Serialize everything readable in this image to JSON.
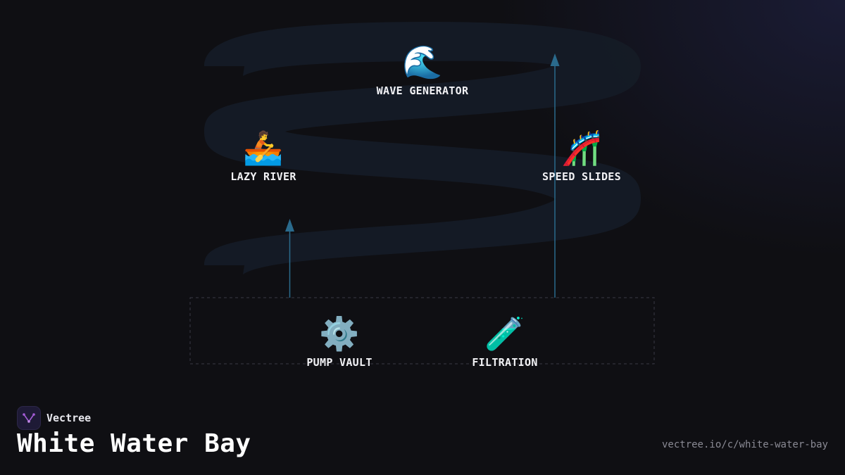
{
  "nodes": {
    "wave_generator": {
      "label": "WAVE GENERATOR",
      "emoji": "🌊",
      "icon": "wave-icon"
    },
    "lazy_river": {
      "label": "LAZY RIVER",
      "emoji": "🚣",
      "icon": "rowboat-icon"
    },
    "speed_slides": {
      "label": "SPEED SLIDES",
      "emoji": "🎢",
      "icon": "roller-coaster-icon"
    },
    "pump_vault": {
      "label": "PUMP VAULT",
      "emoji": "⚙️",
      "icon": "gear-icon"
    },
    "filtration": {
      "label": "FILTRATION",
      "emoji": "🧪",
      "icon": "test-tube-icon"
    }
  },
  "edges": [
    {
      "from": "pump_vault",
      "to": "lazy_river"
    },
    {
      "from": "filtration",
      "to": "speed_slides"
    }
  ],
  "footer": {
    "brand": "Vectree",
    "title": "White Water Bay",
    "url": "vectree.io/c/white-water-bay"
  },
  "colors": {
    "background": "#0f0f13",
    "path_band": "#151b26",
    "arrow": "#2a6a8c",
    "group_border": "#3a3a46",
    "brand_accent": "#a45cd6"
  }
}
